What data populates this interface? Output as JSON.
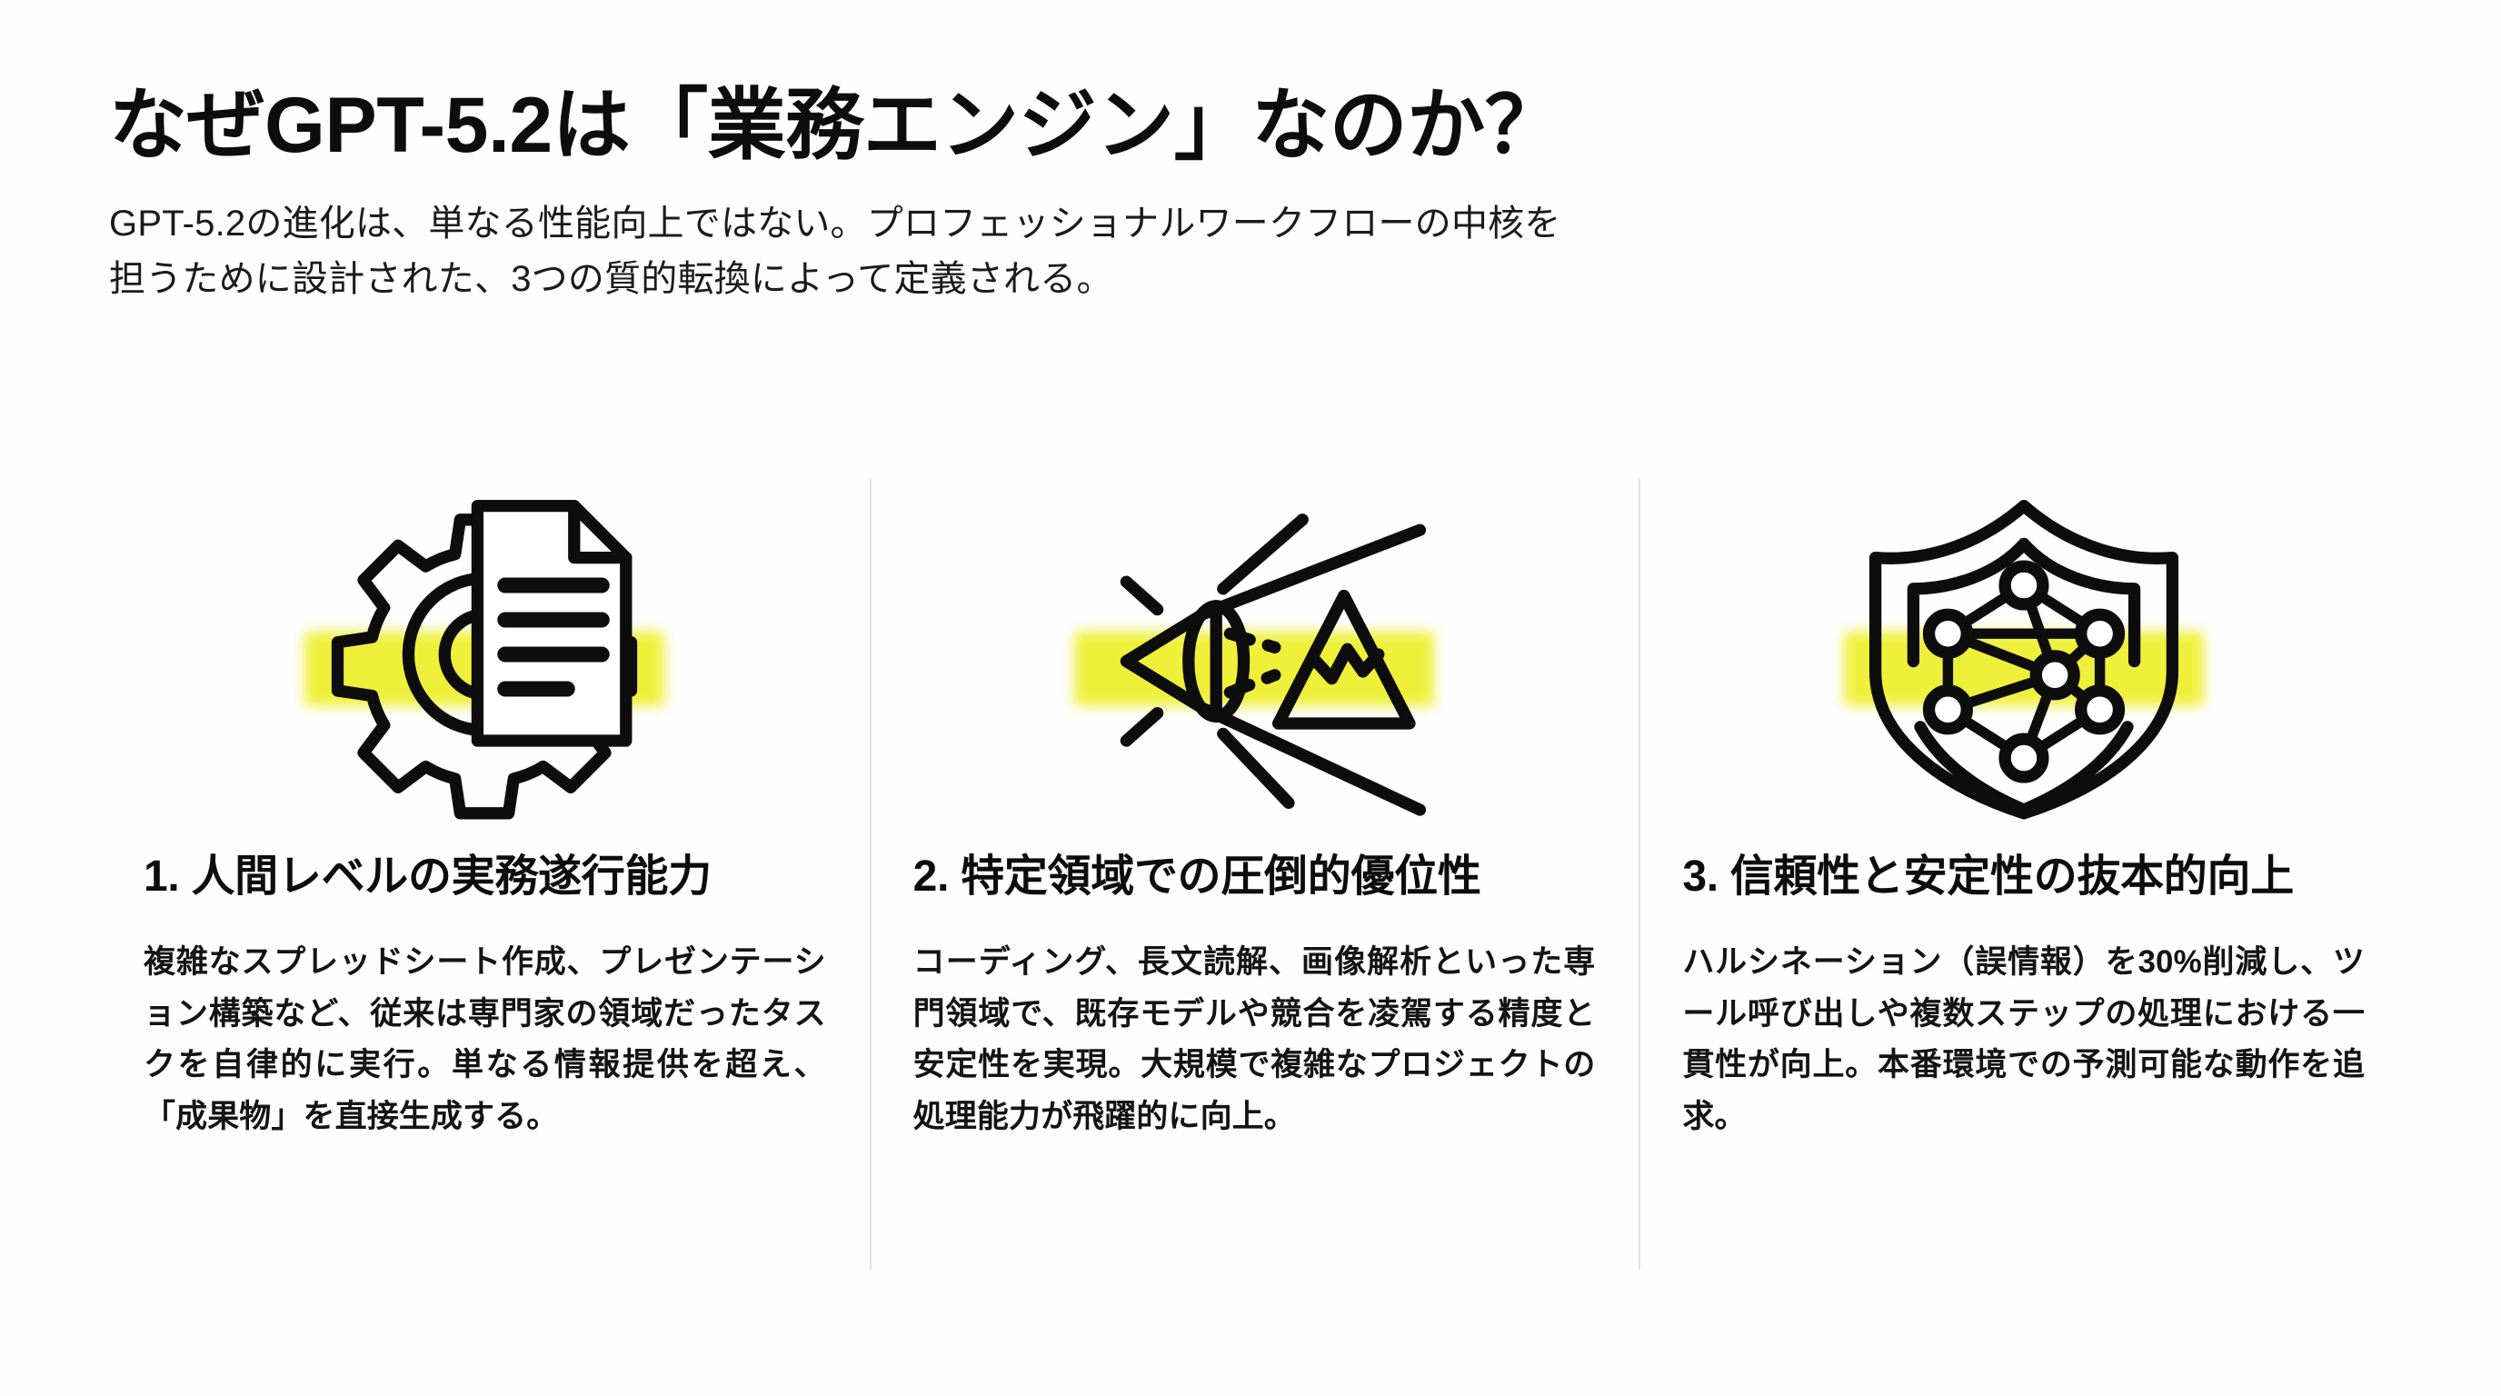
{
  "header": {
    "title": "なぜGPT-5.2は「業務エンジン」なのか？",
    "subtitle_line_1": "GPT-5.2の進化は、単なる性能向上ではない。プロフェッショナルワークフローの中核を",
    "subtitle_line_2": "担うために設計された、3つの質的転換によって定義される。"
  },
  "theme": {
    "highlight_color": "#eff03a",
    "text_color": "#0d0d0d",
    "background_color": "#ffffff",
    "divider_color": "#e4e4e4"
  },
  "cards": [
    {
      "icon": "gear-document-icon",
      "heading": "1. 人間レベルの実務遂行能力",
      "body": "複雑なスプレッドシート作成、プレゼンテーション構築など、従来は専門家の領域だったタスクを自律的に実行。単なる情報提供を超え、「成果物」を直接生成する。"
    },
    {
      "icon": "lens-mountain-vision-icon",
      "heading": "2. 特定領域での圧倒的優位性",
      "body": "コーディング、長文読解、画像解析といった専門領域で、既存モデルや競合を凌駕する精度と安定性を実現。大規模で複雑なプロジェクトの処理能力が飛躍的に向上。"
    },
    {
      "icon": "shield-network-icon",
      "heading": "3. 信頼性と安定性の抜本的向上",
      "body": "ハルシネーション（誤情報）を30%削減し、ツール呼び出しや複数ステップの処理における一貫性が向上。本番環境での予測可能な動作を追求。"
    }
  ]
}
